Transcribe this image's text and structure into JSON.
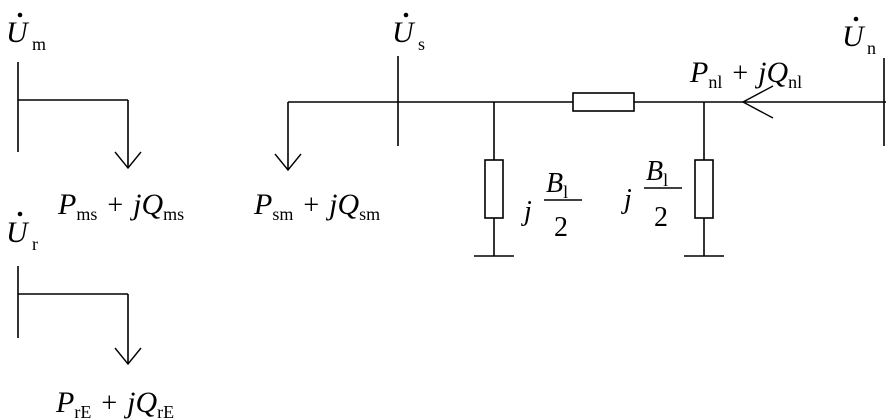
{
  "buses": {
    "m": {
      "symbol": "U",
      "sub": "m"
    },
    "s": {
      "symbol": "U",
      "sub": "s"
    },
    "n": {
      "symbol": "U",
      "sub": "n"
    },
    "r": {
      "symbol": "U",
      "sub": "r"
    }
  },
  "flows": {
    "ms": {
      "P": "P",
      "P_sub": "ms",
      "plus": "+",
      "jQ": "jQ",
      "Q_sub": "ms"
    },
    "sm": {
      "P": "P",
      "P_sub": "sm",
      "plus": "+",
      "jQ": "jQ",
      "Q_sub": "sm"
    },
    "nl": {
      "P": "P",
      "P_sub": "nl",
      "plus": "+",
      "jQ": "jQ",
      "Q_sub": "nl"
    },
    "rE": {
      "P": "P",
      "P_sub": "rE",
      "plus": "+",
      "jQ": "jQ",
      "Q_sub": "rE"
    }
  },
  "shunts": {
    "left": {
      "j": "j",
      "num": "B",
      "num_sub": "l",
      "den": "2"
    },
    "right": {
      "j": "j",
      "num": "B",
      "num_sub": "l",
      "den": "2"
    }
  }
}
